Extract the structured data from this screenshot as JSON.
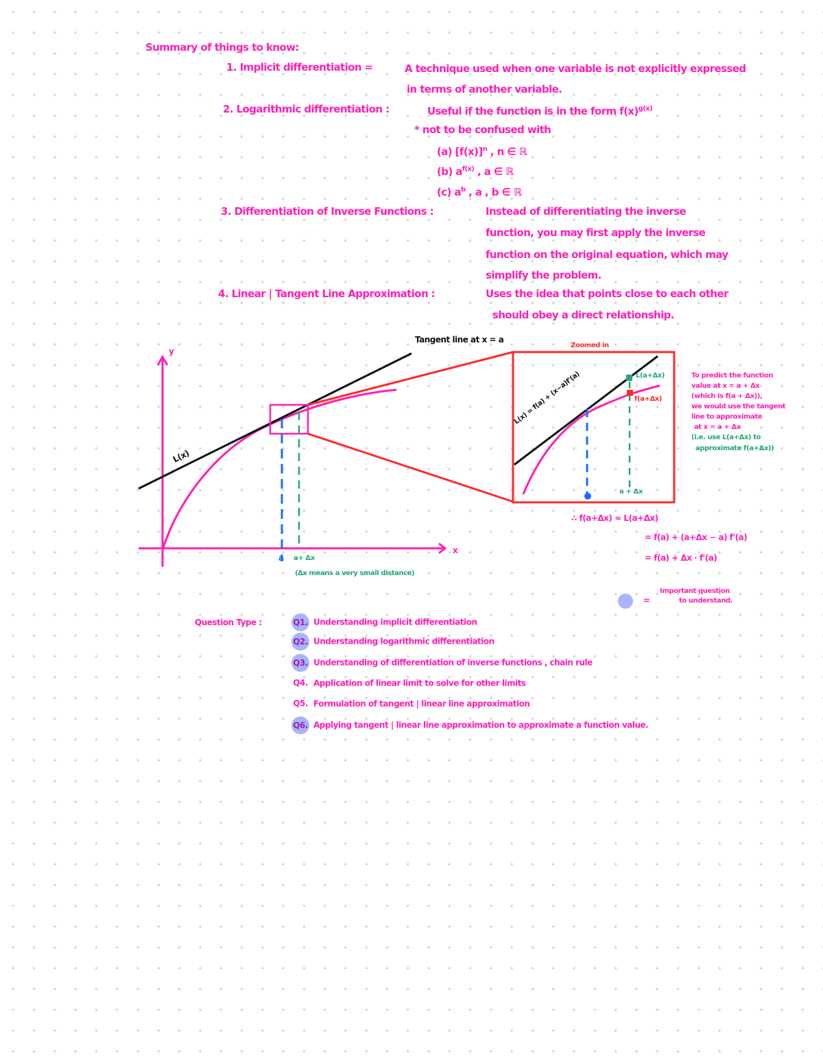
{
  "title": "Summary of things to know:",
  "topics": [
    {
      "number": "1.",
      "name": "Implicit differentiation =",
      "description": [
        "A technique used when one variable is not explicitly expressed",
        "in terms of another variable."
      ]
    },
    {
      "number": "2.",
      "name": "Logarithmic differentiation :",
      "description": [
        "Useful if the function is in the form f(x)"
      ],
      "superscript": "g(x)",
      "note": "* not to be confused with",
      "subcases": [
        {
          "label": "(a) [f(x)]",
          "sup": "n",
          "cond": ", n ∈ ℝ"
        },
        {
          "label": "(b) a",
          "sup": "f(x)",
          "cond": ", a ∈ ℝ"
        },
        {
          "label": "(c) a",
          "sup": "b",
          "cond": ", a , b ∈ ℝ"
        }
      ]
    },
    {
      "number": "3.",
      "name": "Differentiation of Inverse Functions :",
      "description": [
        "Instead of differentiating the inverse",
        "function, you may first apply the inverse",
        "function on the original equation, which may",
        "simplify the problem."
      ]
    },
    {
      "number": "4.",
      "name": "Linear | Tangent Line Approximation :",
      "description": [
        "Uses the idea that points close to each other",
        "should obey a direct relationship."
      ]
    }
  ],
  "diagram": {
    "tangent_label": "Tangent line at x = a",
    "zoomed_label": "Zoomed in",
    "curve_line_label": "L(x)",
    "axis_x": "x",
    "axis_y": "y",
    "tick_a": "a",
    "tick_a_dx": "a+ Δx",
    "dx_note": "(Δx means a very small distance)",
    "zoom_line_label": "L(x) = f(a) + (x−a)f'(a)",
    "zoom_L_label": "L(a+Δx)",
    "zoom_f_label": "f(a+Δx)",
    "zoom_tick": "a + Δx",
    "colors": {
      "curve": "#ff1fb4",
      "tangent": "#111111",
      "zoom_box": "#ff2a2a",
      "a_line": "#1a6cff",
      "a_dx_line": "#22a870"
    }
  },
  "side_note": {
    "pink_lines": [
      "To predict the function",
      "value at x = a + Δx",
      "(which is f(a + Δx)),",
      "we would use the tangent",
      "line to approximate",
      "at x = a + Δx"
    ],
    "green_lines": [
      "(i.e. use L(a+Δx) to",
      "approximate f(a+Δx))"
    ]
  },
  "derivation": {
    "line1": "∴ f(a+Δx) ≈ L(a+Δx)",
    "line2": "= f(a) + (a+Δx − a) f'(a)",
    "line3": "= f(a) + Δx · f'(a)"
  },
  "legend": {
    "symbol": "= ",
    "text_lines": [
      "Important question",
      "to understand."
    ]
  },
  "question_types": {
    "label": "Question Type :",
    "items": [
      {
        "id": "Q1.",
        "text": "Understanding implicit differentiation",
        "important": true
      },
      {
        "id": "Q2.",
        "text": "Understanding logarithmic differentiation",
        "important": true
      },
      {
        "id": "Q3.",
        "text": "Understanding of differentiation of inverse functions , chain rule",
        "important": true
      },
      {
        "id": "Q4.",
        "text": "Application of linear limit to solve for other limits",
        "important": false
      },
      {
        "id": "Q5.",
        "text": "Formulation of tangent | linear line approximation",
        "important": false
      },
      {
        "id": "Q6.",
        "text": "Applying tangent | linear line approximation to approximate a function value.",
        "important": true
      }
    ]
  }
}
